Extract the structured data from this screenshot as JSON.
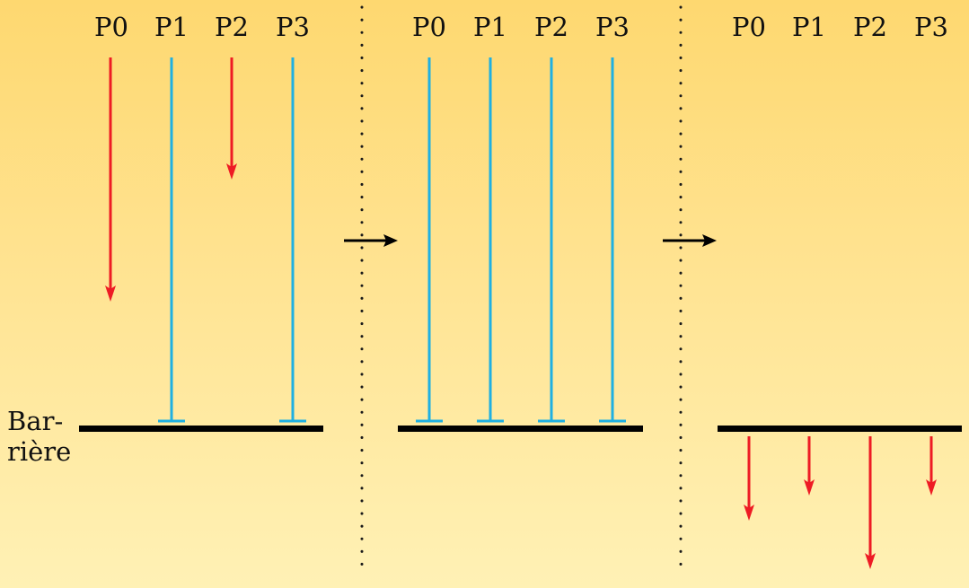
{
  "barrier_label": {
    "line1": "Bar-",
    "line2": "rière"
  },
  "colors": {
    "running_arrow": "#ee1b24",
    "waiting_line": "#1fb0e2",
    "barrier": "#000000",
    "transition_arrow": "#000000",
    "separator": "#1a1a1a",
    "text": "#111111"
  },
  "panels": [
    {
      "name": "before",
      "processes": [
        {
          "label": "P0",
          "state": "running"
        },
        {
          "label": "P1",
          "state": "waiting"
        },
        {
          "label": "P2",
          "state": "running"
        },
        {
          "label": "P3",
          "state": "waiting"
        }
      ]
    },
    {
      "name": "all-arrived",
      "processes": [
        {
          "label": "P0",
          "state": "waiting"
        },
        {
          "label": "P1",
          "state": "waiting"
        },
        {
          "label": "P2",
          "state": "waiting"
        },
        {
          "label": "P3",
          "state": "waiting"
        }
      ]
    },
    {
      "name": "released",
      "processes": [
        {
          "label": "P0",
          "state": "released"
        },
        {
          "label": "P1",
          "state": "released"
        },
        {
          "label": "P2",
          "state": "released"
        },
        {
          "label": "P3",
          "state": "released"
        }
      ]
    }
  ]
}
